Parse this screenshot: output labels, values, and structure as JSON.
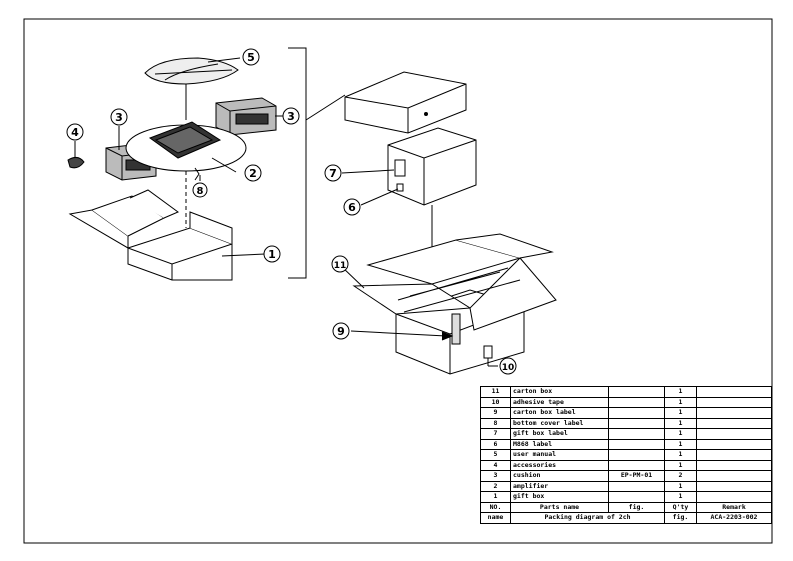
{
  "callouts": [
    "1",
    "2",
    "3",
    "3",
    "4",
    "5",
    "6",
    "7",
    "8",
    "9",
    "10",
    "11"
  ],
  "parts": [
    {
      "no": "11",
      "name": "carton box",
      "fig": "",
      "qty": "1",
      "remark": ""
    },
    {
      "no": "10",
      "name": "adhesive tape",
      "fig": "",
      "qty": "1",
      "remark": ""
    },
    {
      "no": "9",
      "name": "carton box label",
      "fig": "",
      "qty": "1",
      "remark": ""
    },
    {
      "no": "8",
      "name": "bottom cover label",
      "fig": "",
      "qty": "1",
      "remark": ""
    },
    {
      "no": "7",
      "name": "gift box label",
      "fig": "",
      "qty": "1",
      "remark": ""
    },
    {
      "no": "6",
      "name": "M868 label",
      "fig": "",
      "qty": "1",
      "remark": ""
    },
    {
      "no": "5",
      "name": "user manual",
      "fig": "",
      "qty": "1",
      "remark": ""
    },
    {
      "no": "4",
      "name": "accessories",
      "fig": "",
      "qty": "1",
      "remark": ""
    },
    {
      "no": "3",
      "name": "cushion",
      "fig": "EP-PM-01",
      "qty": "2",
      "remark": ""
    },
    {
      "no": "2",
      "name": "amplifier",
      "fig": "",
      "qty": "1",
      "remark": ""
    },
    {
      "no": "1",
      "name": "gift box",
      "fig": "",
      "qty": "1",
      "remark": ""
    }
  ],
  "header": {
    "no": "NO.",
    "name": "Parts name",
    "fig": "fig.",
    "qty": "Q'ty",
    "remark": "Remark"
  },
  "footer": {
    "label": "name",
    "title": "Packing diagram of 2ch",
    "fig_label": "fig.",
    "drawing_no": "ACA-2203-002"
  }
}
